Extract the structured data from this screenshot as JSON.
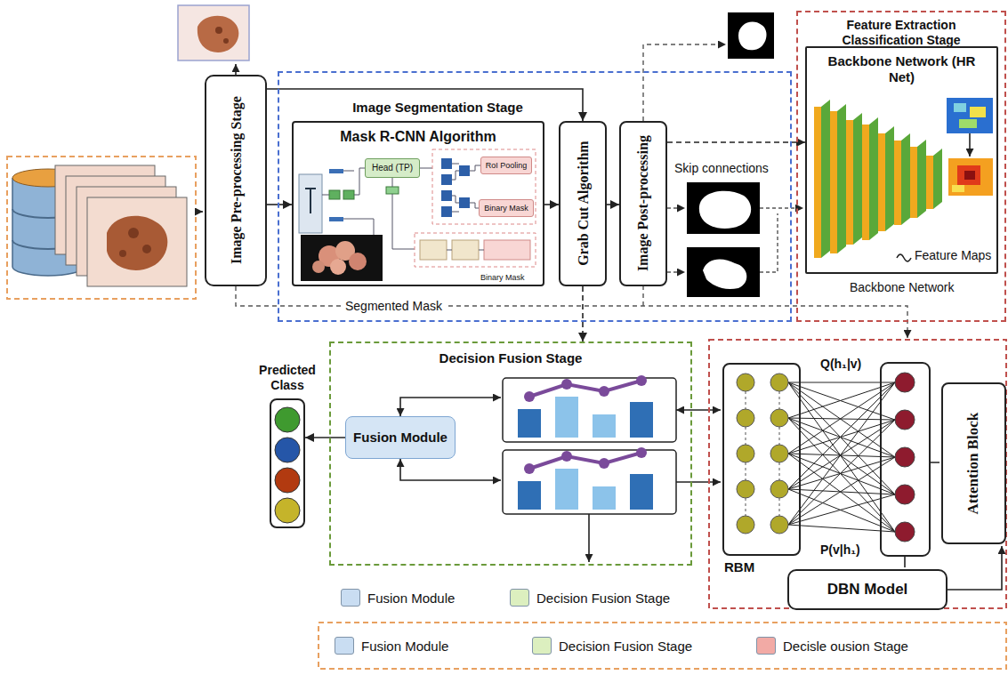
{
  "diagram": {
    "nodes": [
      {
        "text": [
          "Image Pre-processing Stage"
        ]
      },
      {
        "text": [
          "Image Segmentation Stage"
        ]
      },
      {
        "text": [
          "Mask R-CNN Algorithm"
        ],
        "in": 1
      },
      {
        "text": [
          "Head (TP)"
        ],
        "in": 2
      },
      {
        "text": [
          "RoI Pooling"
        ],
        "in": 2
      },
      {
        "text": [
          "Binary Mask"
        ],
        "in": 2
      },
      {
        "text": [
          "Grab Cut Algorithm"
        ],
        "in": 1
      },
      {
        "text": [
          "Image Post-processing"
        ],
        "in": 1
      },
      {
        "text": [
          "Feature Extraction Classification Stage"
        ]
      },
      {
        "text": [
          "Backbone Network (HR Net)"
        ],
        "in": 8
      },
      {
        "text": [
          "Decision Fusion Stage"
        ]
      },
      {
        "text": [
          "Fusion Module"
        ],
        "in": 10
      },
      {
        "text": [
          "Predicted Class"
        ]
      },
      {
        "text": [
          "RBM"
        ]
      },
      {
        "text": [
          "Attention Block"
        ]
      },
      {
        "text": [
          "DBN Model"
        ]
      }
    ],
    "edges": [
      {
        "from": 0,
        "to": 2,
        "arrow": "to"
      },
      {
        "from": 0,
        "to": 6,
        "arrow": "to"
      },
      {
        "from": 2,
        "to": 6,
        "arrow": "to"
      },
      {
        "from": 6,
        "to": 7,
        "arrow": "to"
      },
      {
        "from": 7,
        "to": 9,
        "arrow": "to"
      },
      {
        "from": 6,
        "to": 10,
        "arrow": "to"
      },
      {
        "from": 11,
        "to": 12,
        "arrow": "to"
      }
    ],
    "labels": [
      "Binary Mask",
      "Skip connections",
      "Segmented Mask",
      "Feature Maps",
      "Backbone Network",
      "Q(h₁|v)",
      "P(v|h₁)"
    ],
    "legend": [
      {
        "text": "Fusion Module",
        "color": "#c9ddf2"
      },
      {
        "text": "Decision Fusion Stage",
        "color": "#dcefbf"
      },
      {
        "text": "Fusion Module",
        "color": "#c9ddf2"
      },
      {
        "text": "Decision Fusion Stage",
        "color": "#dcefbf"
      },
      {
        "text": "Decisle ousion Stage",
        "color": "#f2aaa5"
      }
    ]
  }
}
